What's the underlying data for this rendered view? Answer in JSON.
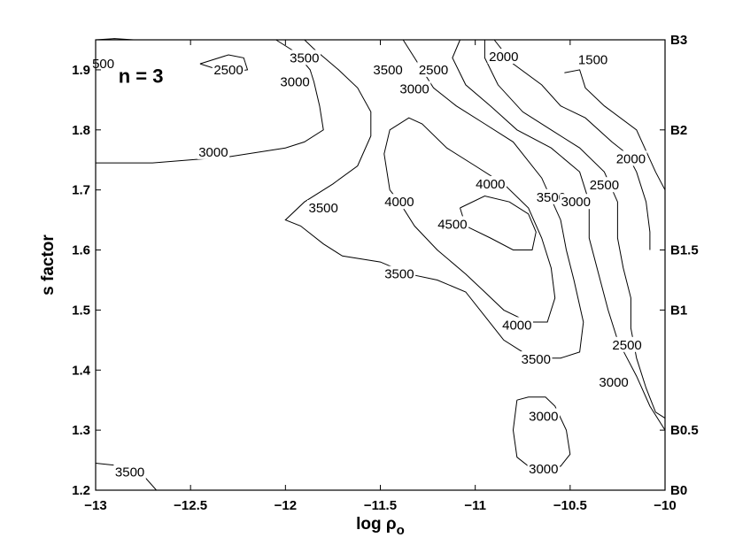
{
  "chart_data": {
    "type": "contour",
    "xlabel": "log ρ",
    "xlabel_subscript": "o",
    "ylabel": "s factor",
    "xlim": [
      -13,
      -10
    ],
    "ylim": [
      1.2,
      1.95
    ],
    "x_ticks": [
      {
        "value": -13,
        "label": "−13"
      },
      {
        "value": -12.5,
        "label": "−12.5"
      },
      {
        "value": -12,
        "label": "−12"
      },
      {
        "value": -11.5,
        "label": "−11.5"
      },
      {
        "value": -11,
        "label": "−11"
      },
      {
        "value": -10.5,
        "label": "−10.5"
      },
      {
        "value": -10,
        "label": "−10"
      }
    ],
    "y_ticks": [
      {
        "value": 1.2,
        "label": "1.2"
      },
      {
        "value": 1.3,
        "label": "1.3"
      },
      {
        "value": 1.4,
        "label": "1.4"
      },
      {
        "value": 1.5,
        "label": "1.5"
      },
      {
        "value": 1.6,
        "label": "1.6"
      },
      {
        "value": 1.7,
        "label": "1.7"
      },
      {
        "value": 1.8,
        "label": "1.8"
      },
      {
        "value": 1.9,
        "label": "1.9"
      }
    ],
    "right_ticks": [
      {
        "value": 1.2,
        "label": "B0"
      },
      {
        "value": 1.3,
        "label": "B0.5"
      },
      {
        "value": 1.5,
        "label": "B1"
      },
      {
        "value": 1.6,
        "label": "B1.5"
      },
      {
        "value": 1.8,
        "label": "B2"
      },
      {
        "value": 1.95,
        "label": "B3"
      }
    ],
    "annotation": {
      "text": "n = 3",
      "x": -12.88,
      "y": 1.89
    },
    "contour_lines": [
      {
        "level": 3000,
        "points": [
          [
            -13,
            1.745
          ],
          [
            -12.7,
            1.745
          ],
          [
            -12.3,
            1.755
          ],
          [
            -12.0,
            1.77
          ],
          [
            -11.9,
            1.78
          ],
          [
            -11.8,
            1.8
          ],
          [
            -11.82,
            1.84
          ],
          [
            -11.85,
            1.88
          ],
          [
            -11.87,
            1.9
          ],
          [
            -11.95,
            1.93
          ],
          [
            -12.05,
            1.95
          ]
        ]
      },
      {
        "level": 2500,
        "points": [
          [
            -12.45,
            1.91
          ],
          [
            -12.3,
            1.925
          ],
          [
            -12.22,
            1.92
          ],
          [
            -12.2,
            1.9
          ],
          [
            -12.3,
            1.895
          ],
          [
            -12.45,
            1.91
          ]
        ]
      },
      {
        "level": 3500,
        "points": [
          [
            -11.9,
            1.95
          ],
          [
            -11.85,
            1.935
          ],
          [
            -11.72,
            1.9
          ],
          [
            -11.62,
            1.87
          ],
          [
            -11.55,
            1.83
          ],
          [
            -11.55,
            1.79
          ],
          [
            -11.62,
            1.74
          ],
          [
            -11.75,
            1.71
          ],
          [
            -11.9,
            1.68
          ],
          [
            -12.0,
            1.65
          ],
          [
            -11.92,
            1.64
          ],
          [
            -11.8,
            1.61
          ],
          [
            -11.7,
            1.59
          ],
          [
            -11.5,
            1.58
          ],
          [
            -11.35,
            1.56
          ],
          [
            -11.2,
            1.55
          ],
          [
            -11.05,
            1.53
          ],
          [
            -10.95,
            1.49
          ],
          [
            -10.85,
            1.45
          ],
          [
            -10.7,
            1.42
          ],
          [
            -10.55,
            1.42
          ],
          [
            -10.45,
            1.43
          ],
          [
            -10.43,
            1.48
          ],
          [
            -10.48,
            1.55
          ],
          [
            -10.52,
            1.6
          ],
          [
            -10.55,
            1.65
          ],
          [
            -10.65,
            1.72
          ],
          [
            -10.8,
            1.78
          ],
          [
            -10.95,
            1.81
          ],
          [
            -11.1,
            1.84
          ],
          [
            -11.22,
            1.87
          ],
          [
            -11.3,
            1.91
          ],
          [
            -11.38,
            1.95
          ]
        ]
      },
      {
        "level": 4000,
        "points": [
          [
            -11.45,
            1.7
          ],
          [
            -11.4,
            1.68
          ],
          [
            -11.32,
            1.64
          ],
          [
            -11.2,
            1.6
          ],
          [
            -11.05,
            1.56
          ],
          [
            -10.95,
            1.53
          ],
          [
            -10.85,
            1.5
          ],
          [
            -10.72,
            1.48
          ],
          [
            -10.62,
            1.48
          ],
          [
            -10.58,
            1.52
          ],
          [
            -10.6,
            1.57
          ],
          [
            -10.65,
            1.62
          ],
          [
            -10.72,
            1.67
          ],
          [
            -10.85,
            1.71
          ],
          [
            -11.0,
            1.74
          ],
          [
            -11.15,
            1.77
          ],
          [
            -11.28,
            1.81
          ],
          [
            -11.35,
            1.82
          ],
          [
            -11.45,
            1.8
          ],
          [
            -11.48,
            1.76
          ],
          [
            -11.45,
            1.7
          ]
        ]
      },
      {
        "level": 4500,
        "points": [
          [
            -11.08,
            1.67
          ],
          [
            -11.05,
            1.64
          ],
          [
            -10.92,
            1.62
          ],
          [
            -10.8,
            1.6
          ],
          [
            -10.7,
            1.6
          ],
          [
            -10.68,
            1.63
          ],
          [
            -10.72,
            1.66
          ],
          [
            -10.82,
            1.68
          ],
          [
            -10.95,
            1.69
          ],
          [
            -11.08,
            1.67
          ]
        ]
      },
      {
        "level": 3000,
        "points": [
          [
            -11.08,
            1.95
          ],
          [
            -11.12,
            1.92
          ],
          [
            -11.05,
            1.875
          ],
          [
            -10.92,
            1.84
          ],
          [
            -10.78,
            1.8
          ],
          [
            -10.6,
            1.77
          ],
          [
            -10.45,
            1.73
          ],
          [
            -10.4,
            1.68
          ],
          [
            -10.4,
            1.62
          ],
          [
            -10.35,
            1.56
          ],
          [
            -10.3,
            1.5
          ],
          [
            -10.25,
            1.45
          ],
          [
            -10.2,
            1.42
          ],
          [
            -10.15,
            1.39
          ],
          [
            -10.08,
            1.34
          ],
          [
            -10.0,
            1.3
          ]
        ]
      },
      {
        "level": 2500,
        "points": [
          [
            -10.95,
            1.95
          ],
          [
            -10.95,
            1.92
          ],
          [
            -10.88,
            1.875
          ],
          [
            -10.75,
            1.83
          ],
          [
            -10.6,
            1.8
          ],
          [
            -10.45,
            1.77
          ],
          [
            -10.32,
            1.73
          ],
          [
            -10.25,
            1.68
          ],
          [
            -10.25,
            1.62
          ],
          [
            -10.22,
            1.57
          ],
          [
            -10.18,
            1.52
          ],
          [
            -10.18,
            1.47
          ],
          [
            -10.15,
            1.42
          ],
          [
            -10.1,
            1.37
          ],
          [
            -10.05,
            1.33
          ],
          [
            -10.0,
            1.32
          ]
        ]
      },
      {
        "level": 2000,
        "points": [
          [
            -10.9,
            1.95
          ],
          [
            -10.8,
            1.91
          ],
          [
            -10.65,
            1.875
          ],
          [
            -10.55,
            1.84
          ],
          [
            -10.42,
            1.82
          ],
          [
            -10.28,
            1.78
          ],
          [
            -10.2,
            1.76
          ],
          [
            -10.15,
            1.73
          ],
          [
            -10.1,
            1.68
          ],
          [
            -10.08,
            1.63
          ],
          [
            -10.08,
            1.6
          ]
        ]
      },
      {
        "level": 1500,
        "points": [
          [
            -10.53,
            1.895
          ],
          [
            -10.45,
            1.9
          ],
          [
            -10.42,
            1.87
          ],
          [
            -10.32,
            1.84
          ],
          [
            -10.15,
            1.8
          ],
          [
            -10.05,
            1.73
          ],
          [
            -10.0,
            1.7
          ]
        ]
      },
      {
        "level": 3000,
        "points": [
          [
            -10.78,
            1.35
          ],
          [
            -10.72,
            1.355
          ],
          [
            -10.63,
            1.355
          ],
          [
            -10.58,
            1.34
          ],
          [
            -10.52,
            1.3
          ],
          [
            -10.5,
            1.26
          ],
          [
            -10.55,
            1.24
          ],
          [
            -10.65,
            1.235
          ],
          [
            -10.72,
            1.24
          ],
          [
            -10.78,
            1.255
          ],
          [
            -10.8,
            1.3
          ],
          [
            -10.78,
            1.35
          ]
        ]
      },
      {
        "level": 3500,
        "points": [
          [
            -13.0,
            1.245
          ],
          [
            -12.85,
            1.24
          ],
          [
            -12.75,
            1.225
          ],
          [
            -12.68,
            1.2
          ]
        ]
      },
      {
        "level": 3500,
        "points": [
          [
            -13.0,
            1.95
          ],
          [
            -12.9,
            1.952
          ],
          [
            -12.8,
            1.95
          ]
        ]
      }
    ],
    "contour_labels": [
      {
        "text": "500",
        "x": -12.96,
        "y": 1.91
      },
      {
        "text": "2500",
        "x": -12.3,
        "y": 1.9
      },
      {
        "text": "3500",
        "x": -11.9,
        "y": 1.92
      },
      {
        "text": "3000",
        "x": -11.95,
        "y": 1.88
      },
      {
        "text": "3500",
        "x": -11.46,
        "y": 1.9
      },
      {
        "text": "2500",
        "x": -11.22,
        "y": 1.9
      },
      {
        "text": "3000",
        "x": -11.32,
        "y": 1.868
      },
      {
        "text": "2000",
        "x": -10.85,
        "y": 1.922
      },
      {
        "text": "1500",
        "x": -10.38,
        "y": 1.917
      },
      {
        "text": "3000",
        "x": -12.38,
        "y": 1.763
      },
      {
        "text": "2000",
        "x": -10.18,
        "y": 1.752
      },
      {
        "text": "4000",
        "x": -10.92,
        "y": 1.71
      },
      {
        "text": "2500",
        "x": -10.32,
        "y": 1.708
      },
      {
        "text": "3500",
        "x": -11.8,
        "y": 1.67
      },
      {
        "text": "4000",
        "x": -11.4,
        "y": 1.68
      },
      {
        "text": "3500",
        "x": -10.6,
        "y": 1.688
      },
      {
        "text": "3000",
        "x": -10.47,
        "y": 1.68
      },
      {
        "text": "4500",
        "x": -11.12,
        "y": 1.643
      },
      {
        "text": "3500",
        "x": -11.4,
        "y": 1.56
      },
      {
        "text": "4000",
        "x": -10.78,
        "y": 1.475
      },
      {
        "text": "2500",
        "x": -10.2,
        "y": 1.442
      },
      {
        "text": "3500",
        "x": -10.68,
        "y": 1.418
      },
      {
        "text": "3000",
        "x": -10.27,
        "y": 1.38
      },
      {
        "text": "3000",
        "x": -10.64,
        "y": 1.323
      },
      {
        "text": "3000",
        "x": -10.64,
        "y": 1.235
      },
      {
        "text": "3500",
        "x": -12.82,
        "y": 1.23
      }
    ]
  }
}
